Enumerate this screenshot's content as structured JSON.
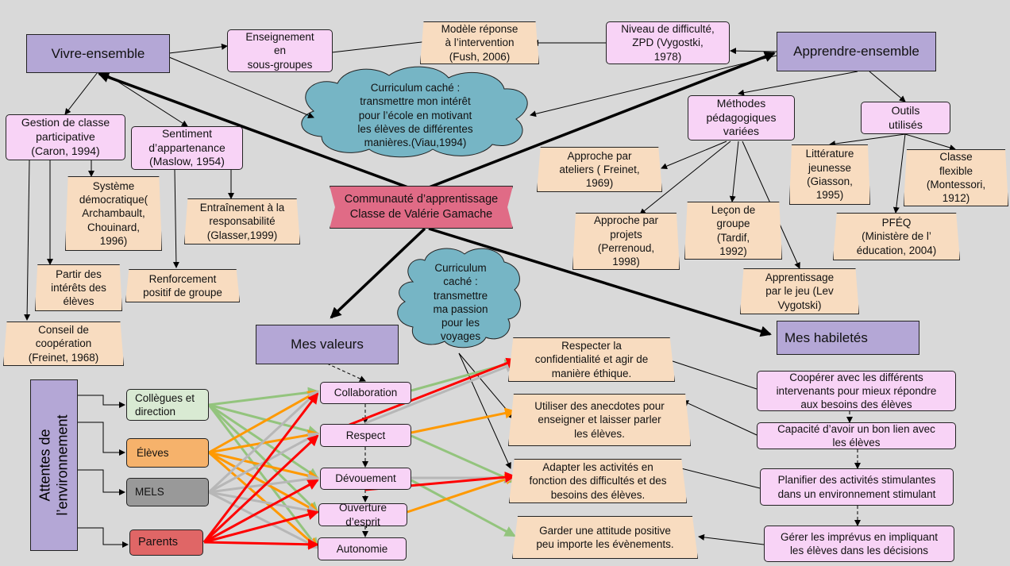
{
  "nodes": {
    "vivre": "Vivre-ensemble",
    "apprendre": "Apprendre-ensemble",
    "enseignement": "Enseignement\nen\nsous-groupes",
    "modele": "Modèle réponse\nà l’intervention\n(Fush, 2006)",
    "niveau": "Niveau de difficulté,\nZPD (Vygostki,\n1978)",
    "curriculum1": "Curriculum caché :\ntransmettre mon intérêt\npour l’école en motivant\nles élèves de différentes\nmanières.(Viau,1994)",
    "gestion": "Gestion de classe\nparticipative\n(Caron, 1994)",
    "sentiment": "Sentiment\nd’appartenance\n(Maslow, 1954)",
    "systeme": "Système\ndémocratique(\nArchambault,\nChouinard,\n1996)",
    "entrainement": "Entraînement à la\nresponsabilité\n(Glasser,1999)",
    "partir": "Partir des\nintérêts des\nélèves",
    "renforcement": "Renforcement\npositif de groupe",
    "conseil": "Conseil de\ncoopération\n(Freinet, 1968)",
    "communaute": "Communauté d’apprentissage\nClasse de Valérie Gamache",
    "methodes": "Méthodes\npédagogiques\nvariées",
    "outils": "Outils\nutilisés",
    "ateliers": "Approche par\nateliers ( Freinet,\n1969)",
    "projets": "Approche par\nprojets\n(Perrenoud,\n1998)",
    "lecon": "Leçon de\ngroupe\n(Tardif,\n1992)",
    "jeu": "Apprentissage\npar le jeu (Lev\nVygotski)",
    "litterature": "Littérature\njeunesse\n(Giasson,\n1995)",
    "classe": "Classe\nflexible\n(Montessori,\n1912)",
    "pfeq": "PFÉQ\n(Ministère de l’\néducation, 2004)",
    "curriculum2": "Curriculum\ncaché :\ntransmettre\nma passion\npour les\nvoyages",
    "valeurs": "Mes valeurs",
    "habiletes": "Mes habiletés",
    "attentes": "Attentes de\nl’environnement",
    "collegues": "Collègues et\ndirection",
    "eleves": "Élèves",
    "mels": "MELS",
    "parents": "Parents",
    "collaboration": "Collaboration",
    "respect": "Respect",
    "devouement": "Dévouement",
    "ouverture": "Ouverture\nd’esprit",
    "autonomie": "Autonomie",
    "respecter": "Respecter la\nconfidentialité et agir de\nmanière éthique.",
    "anecdotes": "Utiliser des anecdotes pour\nenseigner et laisser parler\nles élèves.",
    "adapter": "Adapter les activités en\nfonction des difficultés et des\nbesoins des élèves.",
    "garder": "Garder une attitude positive\npeu importe les évènements.",
    "cooperer": "Coopérer avec les différents\nintervenants pour mieux répondre\naux besoins des élèves",
    "capacite": "Capacité d’avoir un bon lien avec\nles élèves",
    "planifier": "Planifier des activités stimulantes\ndans un environnement stimulant",
    "gerer": "Gérer les imprévus en impliquant\nles élèves dans les décisions"
  },
  "colors": {
    "background": "#d9d9d9",
    "purple": "#b4a7d6",
    "pink": "#f8d3f6",
    "tan": "#f8dcc0",
    "cloud": "#76b5c5",
    "central": "#e06b86",
    "green_line": "#93c47d",
    "orange_line": "#ff9900",
    "grey_line": "#b7b7b7",
    "red_line": "#ff0000"
  }
}
